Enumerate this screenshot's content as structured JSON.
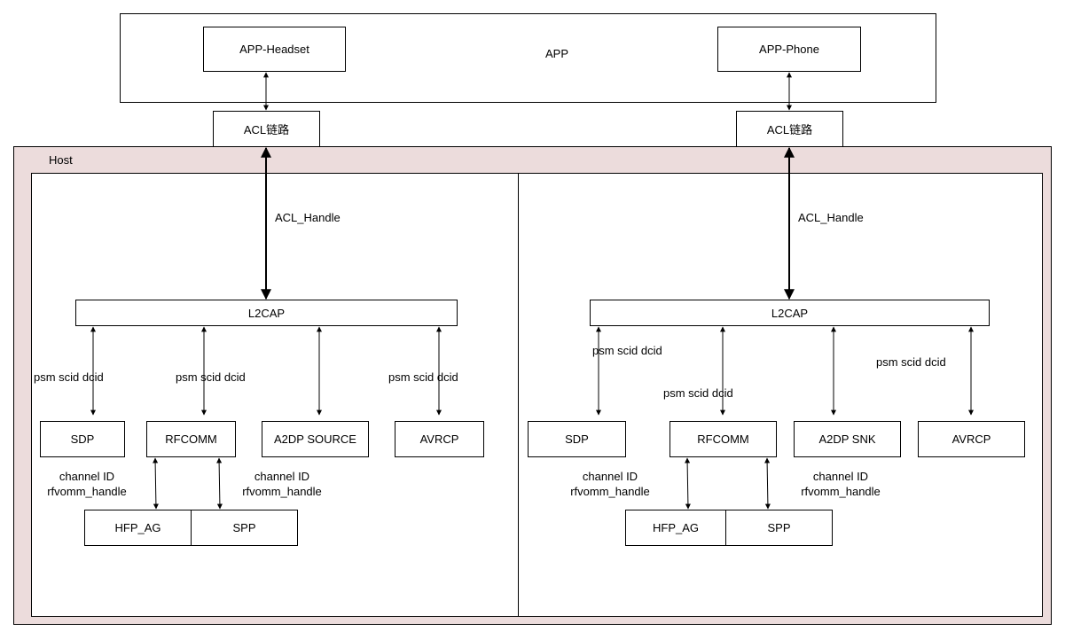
{
  "app": {
    "title": "APP",
    "headset": "APP-Headset",
    "phone": "APP-Phone"
  },
  "acl": {
    "left": "ACL链路",
    "right": "ACL链路"
  },
  "host": {
    "title": "Host"
  },
  "left": {
    "acl_handle": "ACL_Handle",
    "l2cap": "L2CAP",
    "psm_sdp": "psm scid dcid",
    "psm_rfcomm": "psm scid dcid",
    "psm_avrcp": "psm scid dcid",
    "sdp": "SDP",
    "rfcomm": "RFCOMM",
    "a2dp": "A2DP SOURCE",
    "avrcp": "AVRCP",
    "chan_hfp": [
      "channel ID",
      "rfvomm_handle"
    ],
    "chan_spp": [
      "channel ID",
      "rfvomm_handle"
    ],
    "hfp": "HFP_AG",
    "spp": "SPP"
  },
  "right": {
    "acl_handle": "ACL_Handle",
    "l2cap": "L2CAP",
    "psm_sdp": "psm scid dcid",
    "psm_rfcomm": "psm scid dcid",
    "psm_avrcp": "psm scid dcid",
    "sdp": "SDP",
    "rfcomm": "RFCOMM",
    "a2dp": "A2DP SNK",
    "avrcp": "AVRCP",
    "chan_hfp": [
      "channel ID",
      "rfvomm_handle"
    ],
    "chan_spp": [
      "channel ID",
      "rfvomm_handle"
    ],
    "hfp": "HFP_AG",
    "spp": "SPP"
  },
  "colors": {
    "host_fill": "#ecdcdc",
    "line": "#000000",
    "box_fill": "#ffffff"
  }
}
